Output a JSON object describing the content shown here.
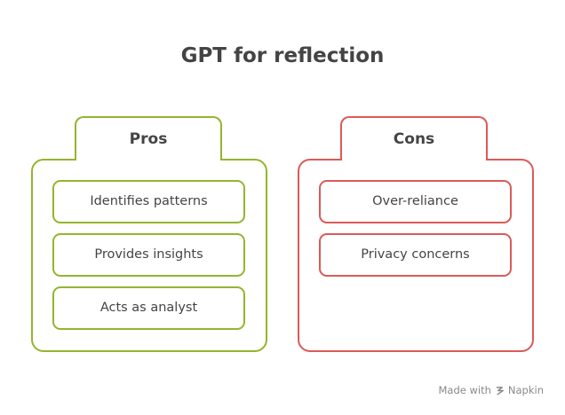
{
  "title": "GPT for reflection",
  "pros": {
    "heading": "Pros",
    "color": "#93b52f",
    "items": [
      "Identifies patterns",
      "Provides insights",
      "Acts as analyst"
    ]
  },
  "cons": {
    "heading": "Cons",
    "color": "#d95b58",
    "items": [
      "Over-reliance",
      "Privacy concerns"
    ]
  },
  "watermark": {
    "prefix": "Made with",
    "brand": "Napkin",
    "icon": "napkin-logo-icon"
  }
}
